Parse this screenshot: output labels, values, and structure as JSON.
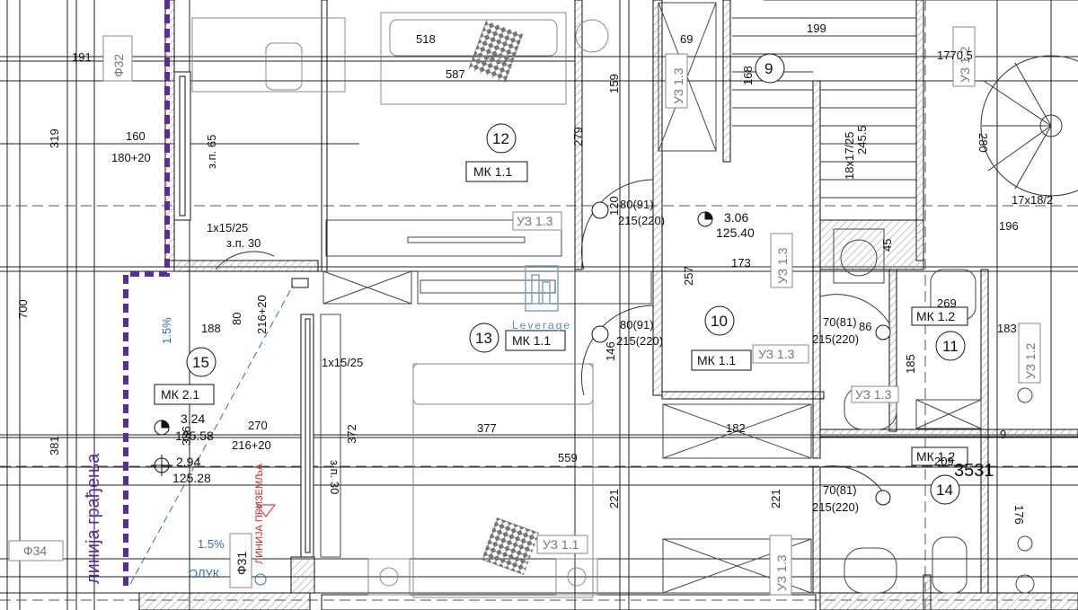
{
  "dimensions": {
    "d518": "518",
    "d587": "587",
    "d69": "69",
    "d199": "199",
    "d1770": "1770.5",
    "d191": "191",
    "d319": "319",
    "d700": "700",
    "d381": "381",
    "d160": "160",
    "d180_20": "180+20",
    "d_zp65": "з.п. 65",
    "d159": "159",
    "d279": "279",
    "d168": "168",
    "d245": "245.5",
    "d18x17": "18x17/25",
    "d280": "280",
    "d17x18": "17x18/2",
    "d196": "196",
    "d1x15_a": "1x15/25",
    "d_zp30": "з.п. 30",
    "d173": "173",
    "d257": "257",
    "d45": "45",
    "d188": "188",
    "d80": "80",
    "d216_a": "216+20",
    "d1x15_b": "1x15/25",
    "d372": "372",
    "d_zp30b": "з.п. 30",
    "d270": "270",
    "d216_b": "216+20",
    "d386": "386",
    "d377": "377",
    "d559": "559",
    "d221a": "221",
    "d221b": "221",
    "d182": "182",
    "d185": "185",
    "d183": "183",
    "d176": "176",
    "d146": "146",
    "d120": "120",
    "d269": "269",
    "d86": "86",
    "d209": "209",
    "d9": "9"
  },
  "doors": {
    "door_80_91_top": "80(91)",
    "door_215_220_top": "215(220)",
    "door_80_91_mid": "80(91)",
    "door_215_220_mid": "215(220)",
    "door_70_81_a": "70(81)",
    "door_215_220_a": "215(220)",
    "door_70_81_b": "70(81)",
    "door_215_220_b": "215(220)"
  },
  "levels": {
    "lvl_306": "3.06",
    "lvl_12540": "125.40",
    "lvl_324": "3.24",
    "lvl_12558": "125.58",
    "lvl_294": "2.94",
    "lvl_12528": "125.28"
  },
  "rooms": {
    "r9": "9",
    "r10": "10",
    "r11": "11",
    "r12": "12",
    "r13": "13",
    "r14": "14",
    "r15": "15"
  },
  "tags": {
    "mk11_a": "МК 1.1",
    "mk11_b": "МК 1.1",
    "mk11_c": "МК 1.1",
    "mk12_a": "МК 1.2",
    "mk12_b": "МК 1.2",
    "mk21": "МК 2.1",
    "uz13_a": "УЗ 1.3",
    "uz13_b": "УЗ 1.3",
    "uz13_c": "УЗ 1.3",
    "uz13_d": "УЗ 1.3",
    "uz13_e": "УЗ 1.3",
    "uz13_f": "УЗ 1.3",
    "uz11": "УЗ 1.1",
    "uz12_a": "УЗ 1.2",
    "uz12_b": "УЗ 1.2",
    "f32": "Ф32",
    "f34": "Ф34",
    "f31": "Ф31",
    "n3531": "3531",
    "slope1": "1.5%",
    "slope2": "1.5%",
    "oluk": "ОЛУК",
    "building_line": "линија грађења",
    "ground_line": "ЛИНИЈА ПРИЗЕМЉА"
  },
  "watermark": {
    "name": "Leverage"
  },
  "colors": {
    "ink": "#111111",
    "building_line": "#5b2ca0",
    "drainage": "#2a6ebb",
    "ground_line": "#d31f1f",
    "hatch": "#9a9a9a"
  }
}
